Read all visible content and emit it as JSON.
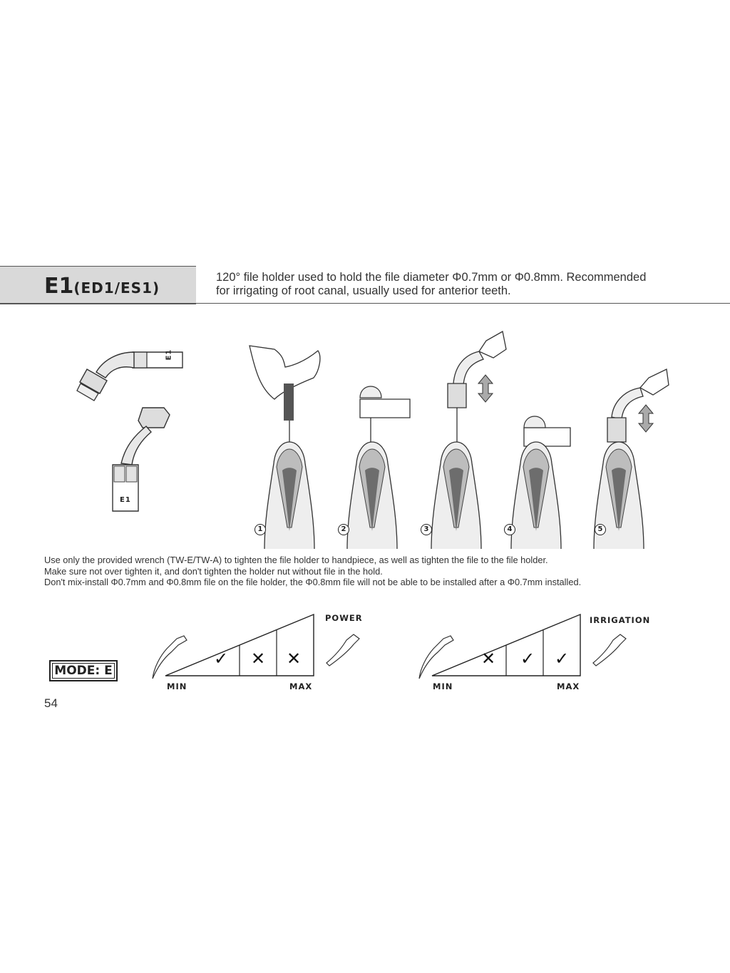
{
  "header": {
    "title": "E1",
    "subtitle": "(ED1/ES1)",
    "description_line1": "120° file holder used to hold the file diameter Φ0.7mm or Φ0.8mm. Recommended",
    "description_line2": "for irrigating of root canal, usually used for anterior teeth."
  },
  "tool_labels": {
    "tool_a": "E1",
    "tool_b": "E1"
  },
  "steps": [
    "1",
    "2",
    "3",
    "4",
    "5"
  ],
  "notes": [
    "Use only the provided wrench (TW-E/TW-A) to tighten the file holder to handpiece, as well as tighten the file to the file holder.",
    "Make sure not over tighten it, and don't tighten the holder nut without file in the hold.",
    "Don't mix-install Φ0.7mm and Φ0.8mm file on the file holder, the Φ0.8mm file will not be able to be installed after a Φ0.7mm installed."
  ],
  "mode_label": "MODE: E",
  "power_chart": {
    "title": "POWER",
    "min_label": "MIN",
    "max_label": "MAX",
    "levels": [
      "ok",
      "no",
      "no"
    ]
  },
  "irrigation_chart": {
    "title": "IRRIGATION",
    "min_label": "MIN",
    "max_label": "MAX",
    "levels": [
      "no",
      "ok",
      "ok"
    ]
  },
  "page_number": "54"
}
